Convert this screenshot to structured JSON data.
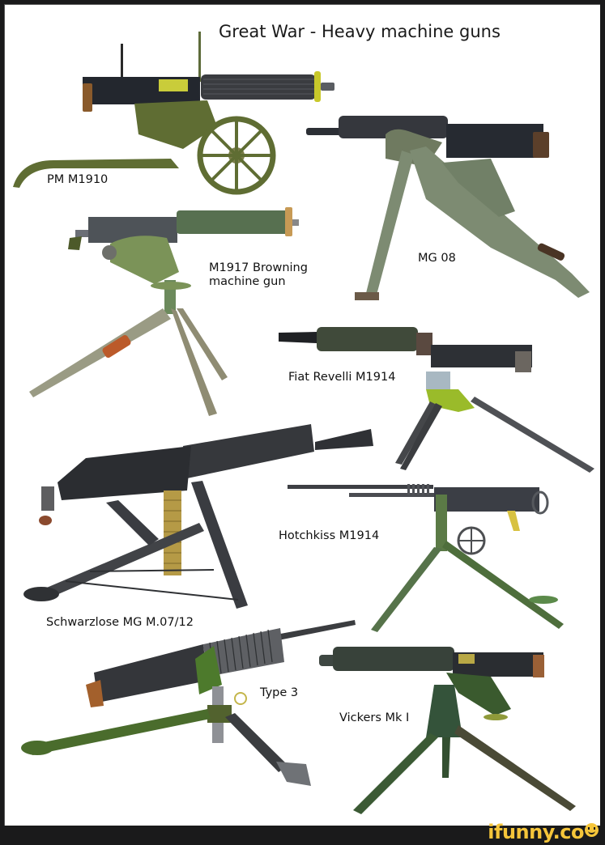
{
  "title": "Great War - Heavy machine guns",
  "guns": [
    {
      "id": "pm-m1910",
      "label": "PM M1910"
    },
    {
      "id": "mg-08",
      "label": "MG 08"
    },
    {
      "id": "m1917-browning",
      "label_line1": "M1917 Browning",
      "label_line2": "machine gun"
    },
    {
      "id": "fiat-revelli-m1914",
      "label": "Fiat Revelli M1914"
    },
    {
      "id": "hotchkiss-m1914",
      "label": "Hotchkiss M1914"
    },
    {
      "id": "schwarzlose-mg-m0712",
      "label": "Schwarzlose MG M.07/12"
    },
    {
      "id": "type-3",
      "label": "Type 3"
    },
    {
      "id": "vickers-mk-i",
      "label": "Vickers Mk I"
    }
  ],
  "watermark": {
    "text": "ifunny.co"
  },
  "colors": {
    "background": "#ffffff",
    "frame": "#1a1a1b",
    "gun_dark": "#2e3138",
    "olive_green": "#5a6b34",
    "sage_green": "#7d8b72",
    "watermark": "#f5c53a"
  }
}
